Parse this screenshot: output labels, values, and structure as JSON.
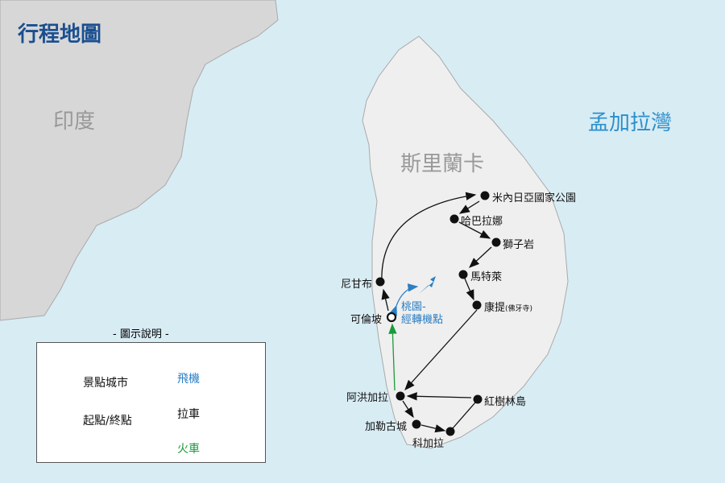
{
  "title": "行程地圖",
  "regions": {
    "india": "印度",
    "bay": "孟加拉灣",
    "srilanka": "斯里蘭卡"
  },
  "cities": {
    "minneriya": "米內日亞國家公園",
    "habarana": "哈巴拉娜",
    "sigiriya": "獅子岩",
    "matale": "馬特萊",
    "kandy": "康提",
    "kandy_note": "(佛牙寺)",
    "negombo": "尼甘布",
    "colombo": "可倫坡",
    "airport": "桃園-",
    "airport2": "經轉機點",
    "ahungalla": "阿洪加拉",
    "galle": "加勒古城",
    "koggala": "科加拉",
    "mangrove": "紅樹林島"
  },
  "legend": {
    "title": "- 圖示說明 -",
    "city": "景點城市",
    "start": "起點/終點",
    "flight": "飛機",
    "car": "拉車",
    "train": "火車"
  },
  "colors": {
    "title": "#1a4f8f",
    "bay": "#2b8fcc",
    "flight": "#2b7fc4",
    "train": "#1a9a3a",
    "land": "#efefef",
    "india": "#d7d7d7"
  }
}
